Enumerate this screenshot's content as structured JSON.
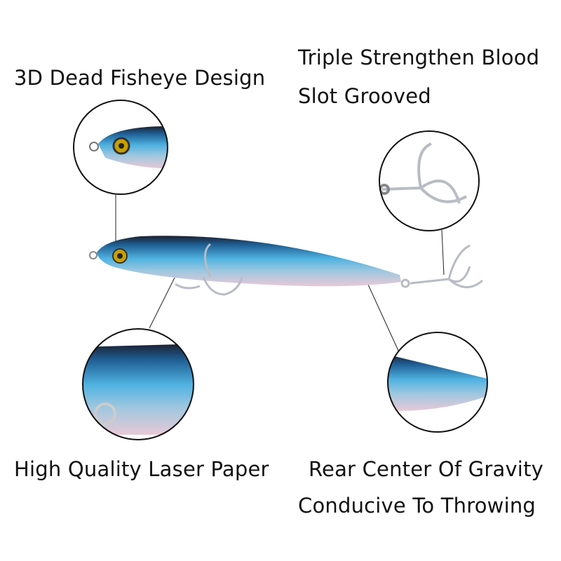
{
  "labels": {
    "fisheye": "3D Dead Fisheye Design",
    "hook_line1": "Triple Strengthen Blood",
    "hook_line2": "Slot Grooved",
    "laser": "High Quality Laser Paper",
    "gravity_line1": "Rear Center Of Gravity",
    "gravity_line2": "Conducive To Throwing"
  },
  "colors": {
    "lure_blue": "#2f86c4",
    "lure_belly": "#e8c9d6",
    "lure_back": "#1a2030",
    "hook": "#b8bcc4"
  }
}
